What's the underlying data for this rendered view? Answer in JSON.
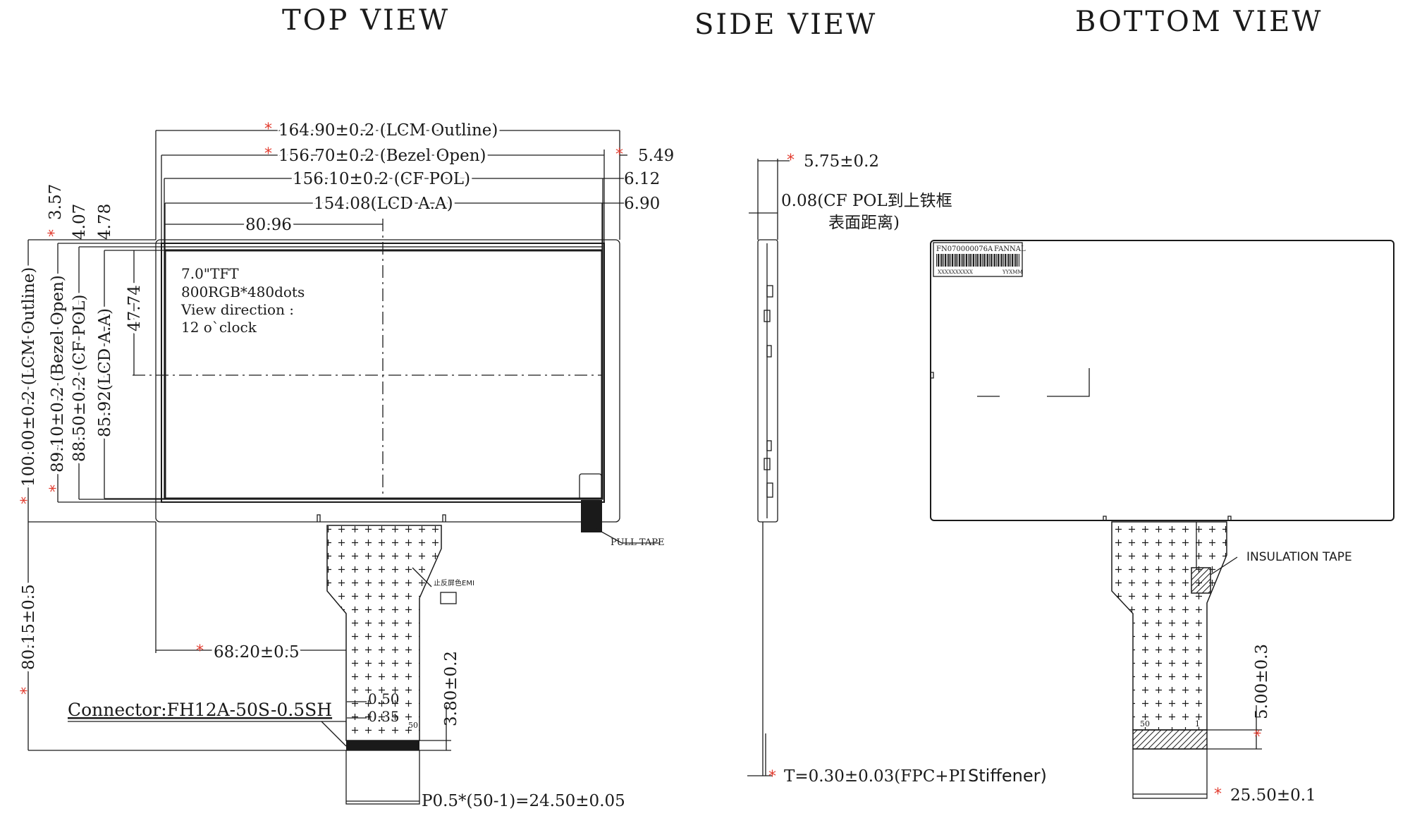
{
  "titles": {
    "top": "TOP VIEW",
    "side": "SIDE VIEW",
    "bottom": "BOTTOM VIEW"
  },
  "star": "*",
  "top_view": {
    "dim_lcm_outline": "164.90±0.2 (LCM Outline)",
    "dim_bezel_open": "156.70±0.2 (Bezel Open)",
    "dim_cf_pol": "156.10±0.2 (CF POL)",
    "dim_lcd_aa": "154.08(LCD A.A)",
    "dim_center": "80.96",
    "right_5_49": "5.49",
    "right_6_12": "6.12",
    "right_6_90": "6.90",
    "left_3_57": "3.57",
    "left_4_07": "4.07",
    "left_4_78": "4.78",
    "v_lcm_outline": "100.00±0.2 (LCM Outline)",
    "v_bezel_open": "89.10±0.2 (Bezel Open)",
    "v_cf_pol": "88.50±0.2 (CF POL)",
    "v_lcd_aa": "85.92(LCD A.A)",
    "v_center": "47.74",
    "panel_line1": "7.0\"TFT",
    "panel_line2": "800RGB*480dots",
    "panel_line3": "View direction :",
    "panel_line4": "12 o`clock",
    "pull_tape": "PULL TAPE",
    "emi_note": "止反屏色EMI",
    "dim_fpc_offset": "68.20±0.5",
    "dim_total_height": "80.15±0.5",
    "dim_finger_len": "3.80±0.2",
    "pin_050": "0.50",
    "pin_035": "0.35",
    "pin_50": "50",
    "connector": "Connector:FH12A-50S-0.5SH",
    "pitch": "P0.5*(50-1)=24.50±0.05"
  },
  "side_view": {
    "dim_thickness": "5.75±0.2",
    "cf_pol_note_1": "0.08(CF POL到上铁框",
    "cf_pol_note_2": "表面距离)",
    "fpc_thickness": "T=0.30±0.03(FPC+PI",
    "stiffener": "Stiffener)"
  },
  "bottom_view": {
    "label_code": "FN070000076A",
    "label_brand": "FANNAL",
    "label_serial": "XXXXXXXXXX",
    "label_date": "YYXMM",
    "insulation_tape": "INSULATION TAPE",
    "dim_stiffener_len": "5.00±0.3",
    "dim_finger_width": "25.50±0.1",
    "pin_50": "50",
    "pin_1": "1"
  }
}
